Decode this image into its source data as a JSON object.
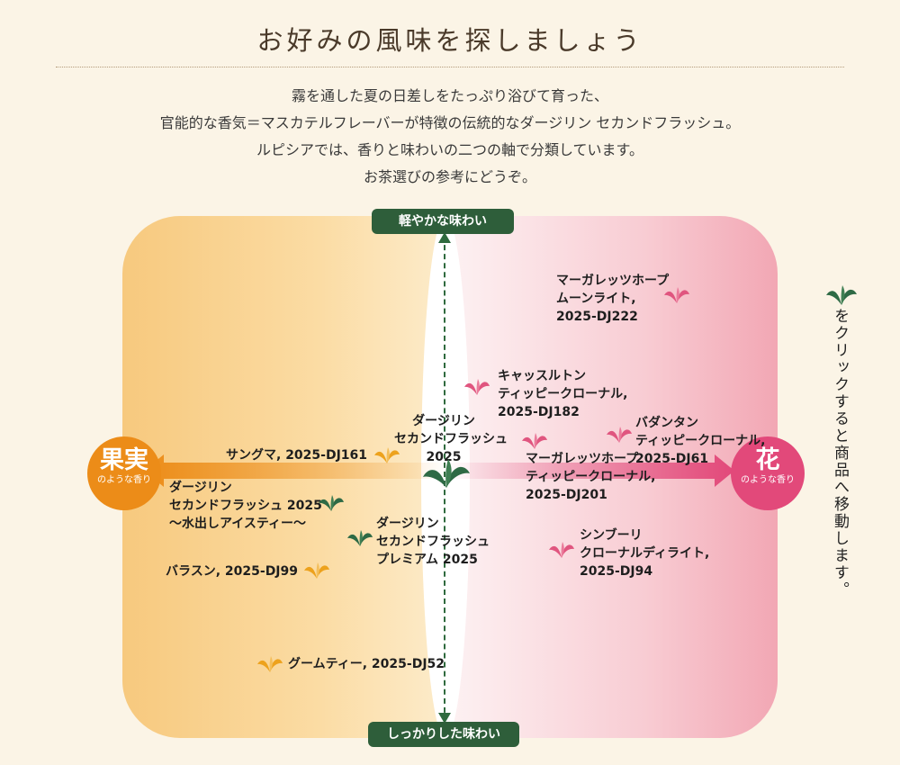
{
  "header": {
    "title": "お好みの風味を探しましょう",
    "intro": [
      "霧を通した夏の日差しをたっぷり浴びて育った、",
      "官能的な香気＝マスカテルフレーバーが特徴の伝統的なダージリン セカンドフラッシュ。",
      "ルピシアでは、香りと味わいの二つの軸で分類しています。",
      "お茶選びの参考にどうぞ。"
    ]
  },
  "axes": {
    "top": "軽やかな味わい",
    "bottom": "しっかりした味わい",
    "left": {
      "title": "果実",
      "subtitle": "のような香り"
    },
    "right": {
      "title": "花",
      "subtitle": "のような香り"
    }
  },
  "colors": {
    "fruit": "#ec8c18",
    "flower": "#e2497a",
    "center": "#2e5e3a",
    "leaf_orange": "#eda21d",
    "leaf_pink": "#e0557f",
    "leaf_green": "#2e6a45"
  },
  "teas": {
    "center": {
      "lines": [
        "ダージリン",
        "セカンドフラッシュ",
        "2025"
      ],
      "icon": "tea-leaf-icon"
    },
    "moonlight": {
      "lines": [
        "マーガレッツホープ",
        "ムーンライト,",
        "2025-DJ222"
      ],
      "icon": "tea-leaf-icon"
    },
    "castleton": {
      "lines": [
        "キャッスルトン",
        "ティッピークローナル,",
        "2025-DJ182"
      ],
      "icon": "tea-leaf-icon"
    },
    "badamtam": {
      "lines": [
        "バダンタン",
        "ティッピークローナル,",
        "2025-DJ61"
      ],
      "icon": "tea-leaf-icon"
    },
    "margarets_clonal": {
      "lines": [
        "マーガレッツホープ",
        "ティッピークローナル,",
        "2025-DJ201"
      ],
      "icon": "tea-leaf-icon"
    },
    "sungma": {
      "lines": [
        "サングマ, 2025-DJ161"
      ],
      "icon": "tea-leaf-icon"
    },
    "iced": {
      "lines": [
        "ダージリン",
        "セカンドフラッシュ 2025",
        "〜水出しアイスティー〜"
      ],
      "icon": "tea-leaf-icon"
    },
    "premium": {
      "lines": [
        "ダージリン",
        "セカンドフラッシュ",
        "プレミアム 2025"
      ],
      "icon": "tea-leaf-icon"
    },
    "seeyok": {
      "lines": [
        "シンブーリ",
        "クローナルディライト,",
        "2025-DJ94"
      ],
      "icon": "tea-leaf-icon"
    },
    "balasun": {
      "lines": [
        "バラスン, 2025-DJ99"
      ],
      "icon": "tea-leaf-icon"
    },
    "gumti": {
      "lines": [
        "グームティー, 2025-DJ52"
      ],
      "icon": "tea-leaf-icon"
    }
  },
  "side_note": "をクリックすると商品へ移動します。"
}
